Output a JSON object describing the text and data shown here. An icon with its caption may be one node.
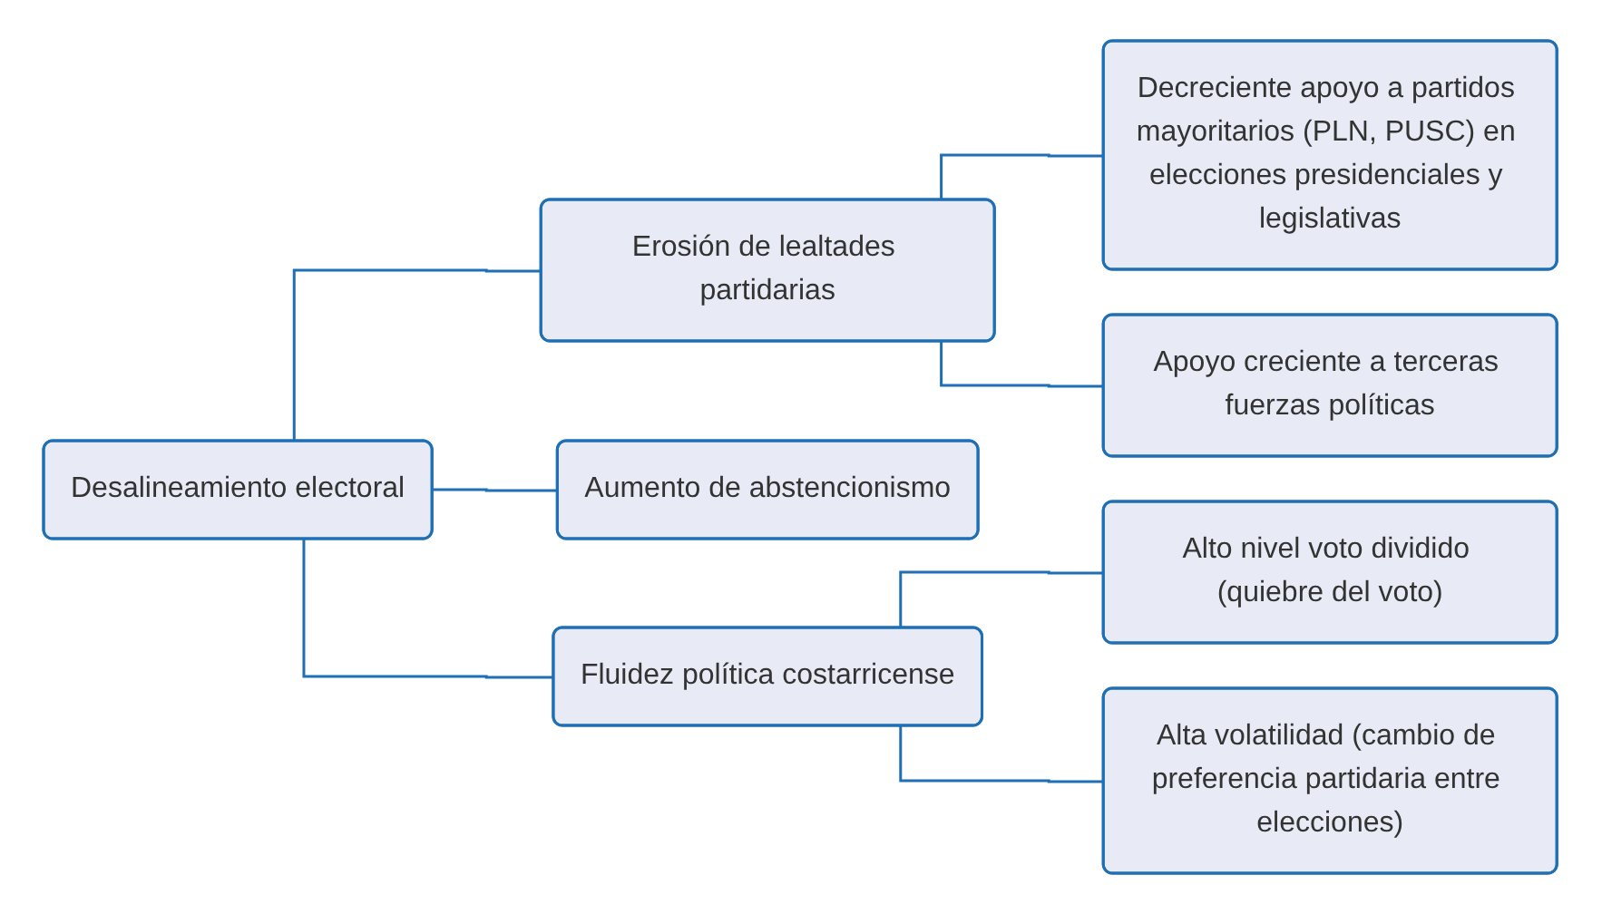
{
  "diagram": {
    "nodes": [
      {
        "text": [
          "Desalineamiento electoral"
        ]
      },
      {
        "text": [
          "Erosión de lealtades partidarias"
        ]
      },
      {
        "text": [
          "Decreciente apoyo a partidos mayoritarios (PLN, PUSC) en elecciones presidenciales y legislativas"
        ]
      },
      {
        "text": [
          "Apoyo creciente a terceras fuerzas políticas"
        ]
      },
      {
        "text": [
          "Aumento de abstencionismo"
        ]
      },
      {
        "text": [
          "Fluidez política costarricense"
        ]
      },
      {
        "text": [
          "Alto nivel voto dividido (quiebre del voto)"
        ]
      },
      {
        "text": [
          "Alta volatilidad (cambio de preferencia partidaria entre elecciones)"
        ]
      }
    ],
    "edges": [
      {
        "from": 0,
        "to": 1,
        "arrow": "none"
      },
      {
        "from": 1,
        "to": 2,
        "arrow": "none"
      },
      {
        "from": 1,
        "to": 3,
        "arrow": "none"
      },
      {
        "from": 0,
        "to": 4,
        "arrow": "none"
      },
      {
        "from": 0,
        "to": 5,
        "arrow": "none"
      },
      {
        "from": 5,
        "to": 6,
        "arrow": "none"
      },
      {
        "from": 5,
        "to": 7,
        "arrow": "none"
      }
    ]
  }
}
